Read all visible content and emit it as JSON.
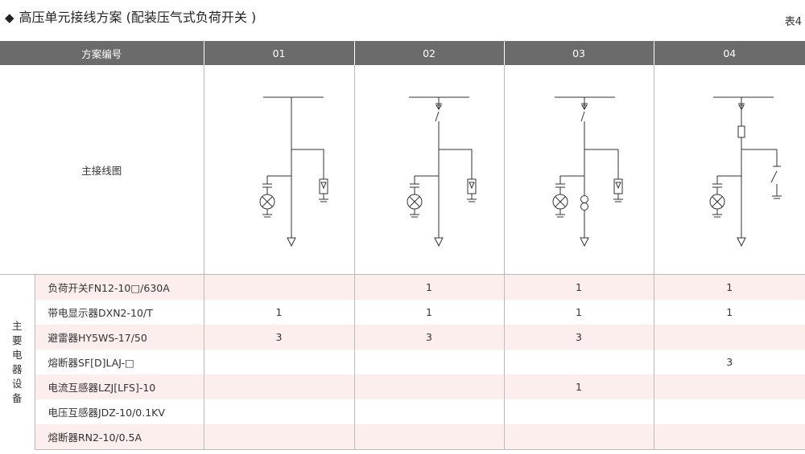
{
  "header": {
    "bullet": "◆",
    "title": "高压单元接线方案 (配装压气式负荷开关 )",
    "table_tag": "表4"
  },
  "columns": {
    "first": "方案编号",
    "schemes": [
      "01",
      "02",
      "03",
      "04"
    ]
  },
  "diagram_label": "主接线图",
  "group_label": [
    "主",
    "要",
    "电",
    "器",
    "设",
    "备"
  ],
  "equipment": [
    {
      "name": "负荷开关FN12-10□/630A",
      "values": [
        "",
        "1",
        "1",
        "1"
      ]
    },
    {
      "name": "带电显示器DXN2-10/T",
      "values": [
        "1",
        "1",
        "1",
        "1"
      ]
    },
    {
      "name": "避雷器HY5WS-17/50",
      "values": [
        "3",
        "3",
        "3",
        ""
      ]
    },
    {
      "name": "熔断器SF[D]LAJ-□",
      "values": [
        "",
        "",
        "",
        "3"
      ]
    },
    {
      "name": "电流互感器LZJ[LFS]-10",
      "values": [
        "",
        "",
        "1",
        ""
      ]
    },
    {
      "name": "电压互感器JDZ-10/0.1KV",
      "values": [
        "",
        "",
        "",
        ""
      ]
    },
    {
      "name": "熔断器RN2-10/0.5A",
      "values": [
        "",
        "",
        "",
        ""
      ]
    }
  ],
  "colors": {
    "header_bg": "#6b6b6b",
    "stripe": "#fdeeee",
    "line": "#bbbbbb"
  }
}
